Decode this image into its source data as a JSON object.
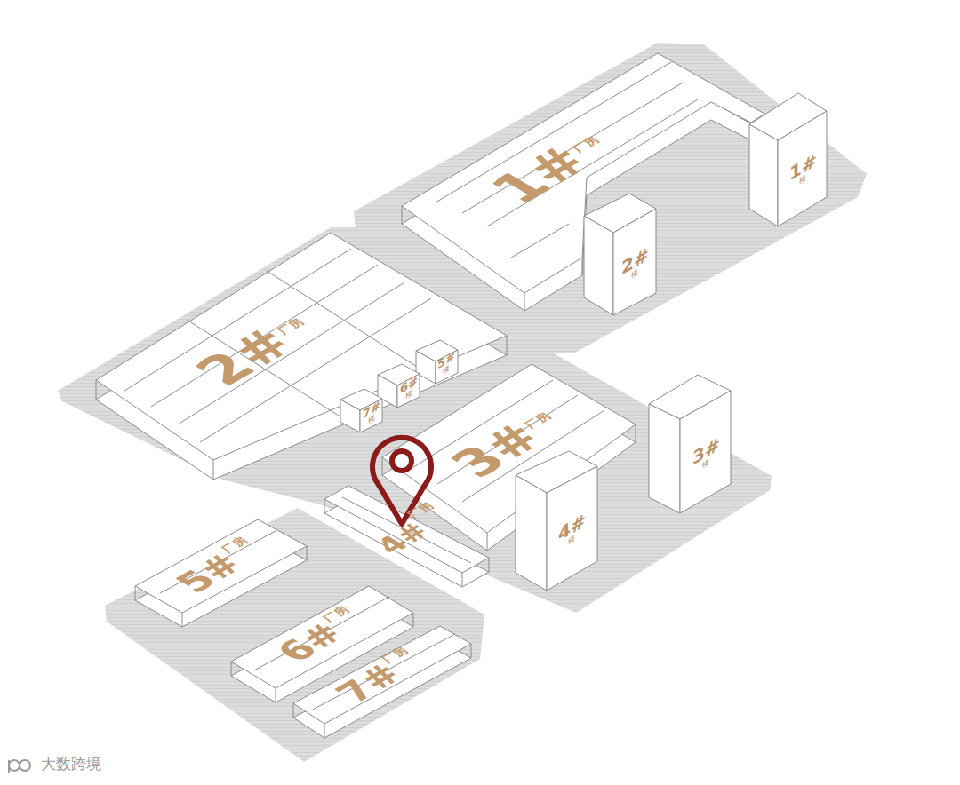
{
  "diagram": {
    "nodes": [
      {
        "text": [
          "1#",
          "厂房"
        ]
      },
      {
        "text": [
          "1#",
          "楼"
        ]
      },
      {
        "text": [
          "2#",
          "楼"
        ]
      },
      {
        "text": [
          "2#",
          "厂房"
        ]
      },
      {
        "text": [
          "5#",
          "楼"
        ]
      },
      {
        "text": [
          "6#",
          "楼"
        ]
      },
      {
        "text": [
          "7#",
          "楼"
        ]
      },
      {
        "text": [
          "3#",
          "厂房"
        ]
      },
      {
        "text": [
          "3#",
          "楼"
        ]
      },
      {
        "text": [
          "4#",
          "楼"
        ]
      },
      {
        "text": [
          "4#",
          "厂房"
        ]
      },
      {
        "text": [
          "5#",
          "厂房"
        ]
      },
      {
        "text": [
          "6#",
          "厂房"
        ]
      },
      {
        "text": [
          "7#",
          "厂房"
        ]
      }
    ],
    "labels": [
      "大数跨境"
    ]
  }
}
